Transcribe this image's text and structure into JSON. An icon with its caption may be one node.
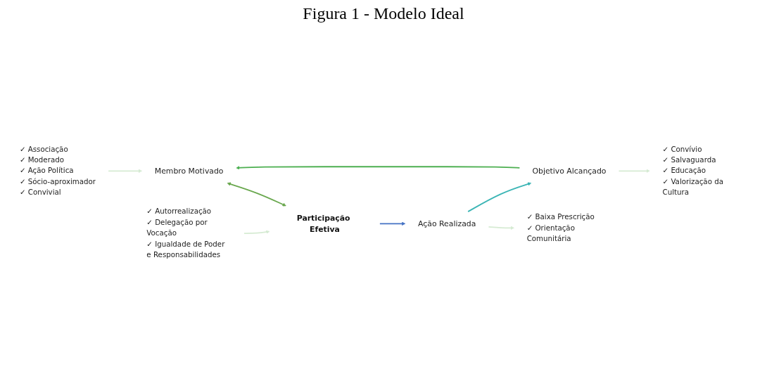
{
  "diagram": {
    "title": "Figura 1 - Modelo Ideal",
    "nodes": [
      {
        "text": [
          "Membro Motivado"
        ]
      },
      {
        "text": [
          "Participação Efetiva"
        ]
      },
      {
        "text": [
          "Ação Realizada"
        ]
      },
      {
        "text": [
          "Objetivo Alcançado"
        ]
      },
      {
        "text": [
          "✓ Associação",
          "✓ Moderado",
          "✓ Ação Política",
          "✓ Sócio-aproximador",
          "✓ Convivial"
        ]
      },
      {
        "text": [
          "✓ Autorrealização",
          "✓ Delegação por Vocação",
          "✓ Igualdade de Poder e Responsabilidades"
        ]
      },
      {
        "text": [
          "✓ Baixa Prescrição",
          "✓ Orientação Comunitária"
        ]
      },
      {
        "text": [
          "✓ Convívio",
          "✓ Salvaguarda",
          "✓ Educação",
          "✓ Valorização da Cultura"
        ]
      }
    ],
    "edges": [
      {
        "from": 4,
        "to": 0,
        "arrow": "to",
        "color": "#d6ebd3"
      },
      {
        "from": 0,
        "to": 1,
        "arrow": "both",
        "color": "#6aa84f"
      },
      {
        "from": 5,
        "to": 1,
        "arrow": "to",
        "color": "#d6ebd3"
      },
      {
        "from": 1,
        "to": 2,
        "arrow": "to",
        "color": "#4472c4"
      },
      {
        "from": 2,
        "to": 6,
        "arrow": "to",
        "color": "#d6ebd3"
      },
      {
        "from": 2,
        "to": 3,
        "arrow": "to",
        "color": "#3bb5b5"
      },
      {
        "from": 3,
        "to": 7,
        "arrow": "to",
        "color": "#d6ebd3"
      },
      {
        "from": 3,
        "to": 0,
        "arrow": "to",
        "color": "#4caf50"
      }
    ]
  }
}
